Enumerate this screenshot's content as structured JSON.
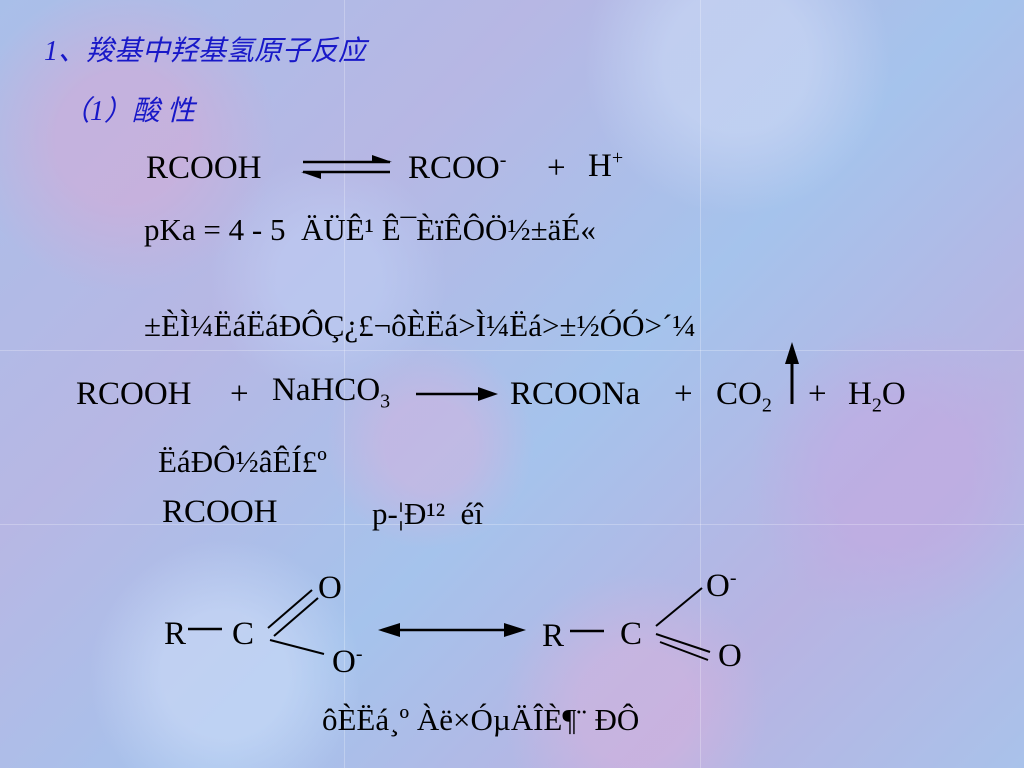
{
  "slide": {
    "heading_1": "1、羧基中羟基氢原子反应",
    "heading_2": "（1）酸 性"
  },
  "eq1": {
    "reactant": "RCOOH",
    "product_1": "RCOO",
    "product_1_charge": "-",
    "plus": "+",
    "product_2": "H",
    "product_2_charge": "+"
  },
  "pka_line": "pKa = 4 - 5  ÄÜÊ¹ Ê¯ÈïÊÔÖ½±äÉ«",
  "garbled_line_1": "±ÈÌ¼ËáËáÐÔÇ¿£¬ôÈËá>Ì¼Ëá>±½ÓÓ>´¼",
  "eq2": {
    "reactant_1": "RCOOH",
    "plus_1": "+",
    "reactant_2": "NaHCO",
    "reactant_2_sub": "3",
    "product_1": "RCOONa",
    "plus_2": "+",
    "product_2": "CO",
    "product_2_sub": "2",
    "plus_3": "+",
    "product_3_a": "H",
    "product_3_sub": "2",
    "product_3_b": "O"
  },
  "garbled_line_2": "ËáÐÔ½âÊÍ£º",
  "rcooh_line": {
    "formula": "RCOOH",
    "label": "p-¦Ð¹²  éî"
  },
  "resonance": {
    "left": {
      "r": "R",
      "c": "C",
      "o_top": "O",
      "o_bottom": "O",
      "o_bottom_charge": "-"
    },
    "right": {
      "r": "R",
      "c": "C",
      "o_top": "O",
      "o_top_charge": "-",
      "o_bottom": "O"
    }
  },
  "garbled_line_3": "ôÈËá¸º Àë×ÓµÄÎÈ¶¨ ÐÔ"
}
